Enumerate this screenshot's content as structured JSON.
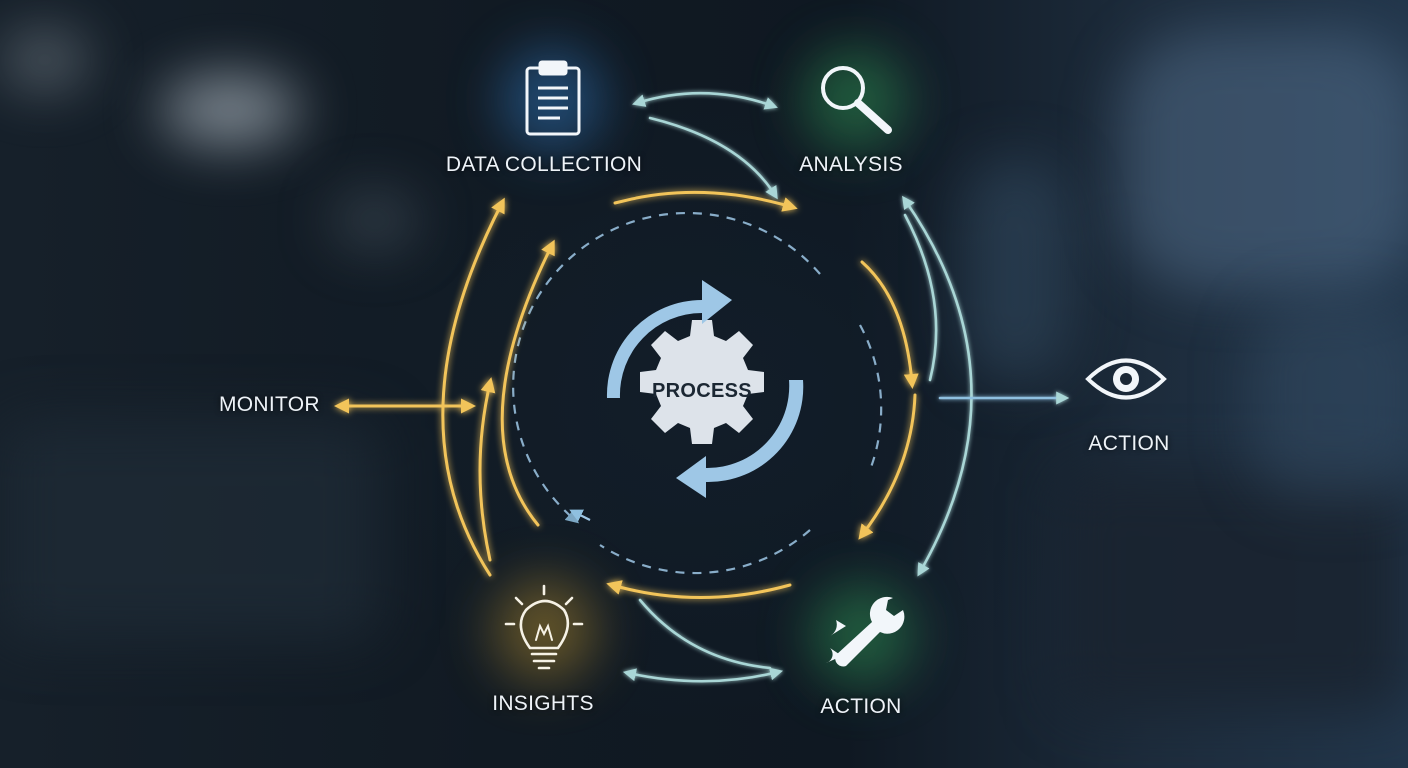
{
  "nodes": {
    "data_collection": {
      "label": "DATA COLLECTION",
      "icon": "clipboard-icon",
      "glow": "#2f6fb0"
    },
    "analysis": {
      "label": "ANALYSIS",
      "icon": "magnifier-icon",
      "glow": "#2f8f52"
    },
    "action_right": {
      "label": "ACTION",
      "icon": "eye-icon"
    },
    "action_bottom": {
      "label": "ACTION",
      "icon": "wrench-icon",
      "glow": "#2f8f52"
    },
    "insights": {
      "label": "INSIGHTS",
      "icon": "lightbulb-icon",
      "glow": "#b08a2f"
    },
    "monitor": {
      "label": "MONITOR"
    }
  },
  "center": {
    "label": "PROCESS",
    "icon": "gear-icon"
  },
  "colors": {
    "yellow_arrow": "#f2c45a",
    "teal_arrow": "#a9d6d6",
    "blue_arrow": "#9ec7e6",
    "gear": "#dde3ea"
  }
}
